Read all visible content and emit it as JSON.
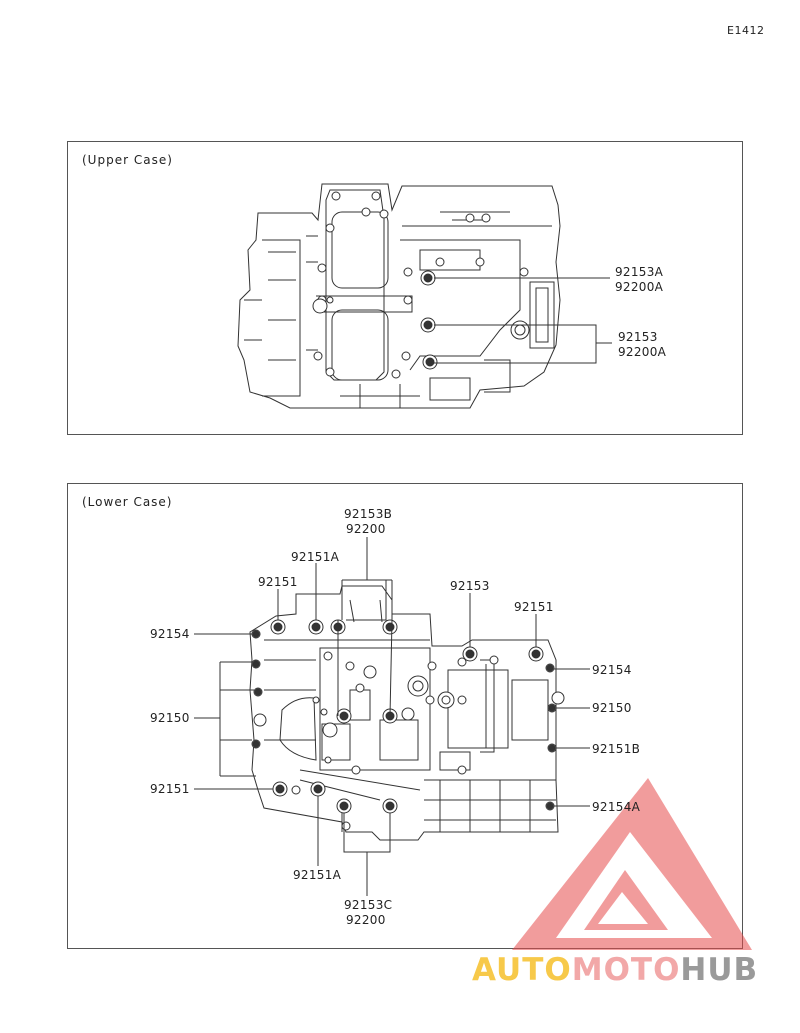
{
  "diagram_code": "E1412",
  "upper": {
    "title": "(Upper Case)",
    "labels": {
      "l1a": "92153A",
      "l1b": "92200A",
      "l2a": "92153",
      "l2b": "92200A"
    }
  },
  "lower": {
    "title": "(Lower Case)",
    "labels": {
      "top_b1": "92153B",
      "top_b2": "92200",
      "p92151a_top": "92151A",
      "p92151_top": "92151",
      "p92153": "92153",
      "p92151_right_top": "92151",
      "p92154_left": "92154",
      "p92154_right": "92154",
      "p92150_right": "92150",
      "p92150_left": "92150",
      "p92151b": "92151B",
      "p92151_left_bottom": "92151",
      "p92154a": "92154A",
      "p92151a_bottom": "92151A",
      "bot_c1": "92153C",
      "bot_c2": "92200"
    }
  },
  "watermark": {
    "part1": "AUTO",
    "part2": "MOTO",
    "part3": "HUB"
  },
  "colors": {
    "line": "#333333",
    "frame": "#555555",
    "wm_red": "#e74c4c",
    "wm_yellow": "#f7c94a",
    "wm_gray": "#9a9a9a"
  }
}
